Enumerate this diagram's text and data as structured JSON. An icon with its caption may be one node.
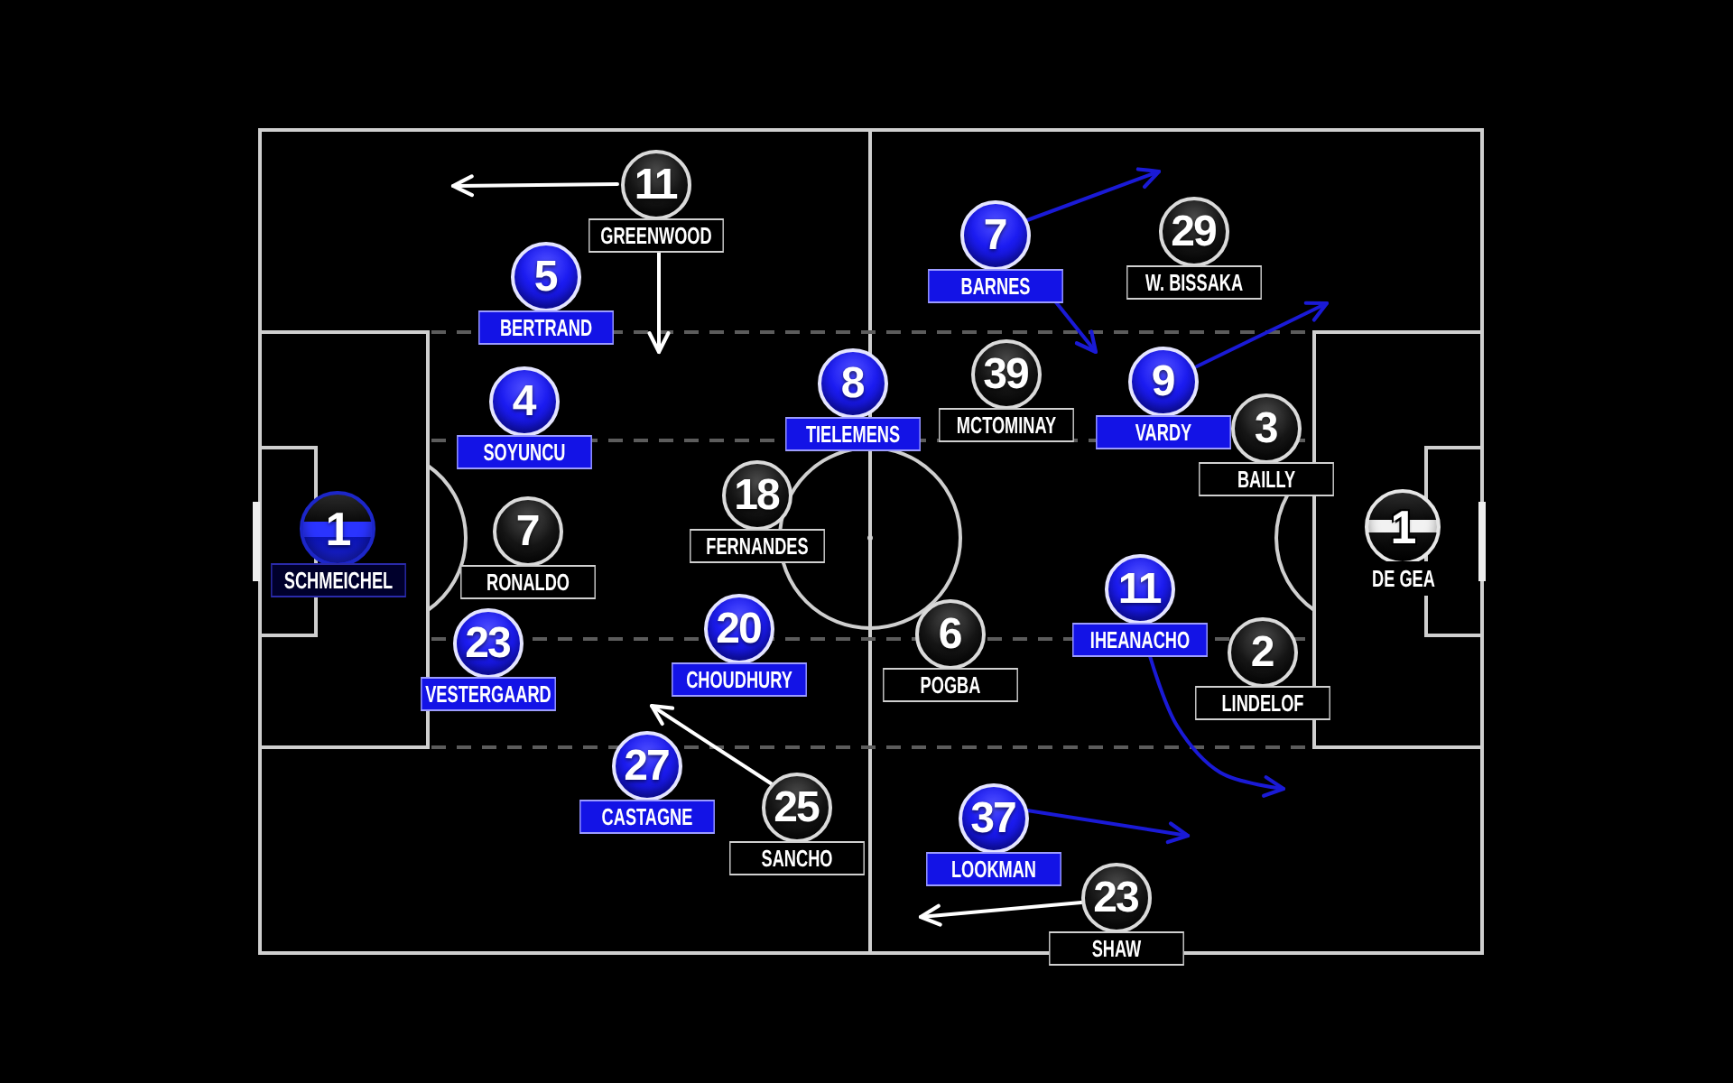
{
  "diagram": {
    "nodes": [
      {
        "text": [
          "1",
          "SCHMEICHEL"
        ]
      },
      {
        "text": [
          "5",
          "BERTRAND"
        ]
      },
      {
        "text": [
          "4",
          "SOYUNCU"
        ]
      },
      {
        "text": [
          "23",
          "VESTERGAARD"
        ]
      },
      {
        "text": [
          "27",
          "CASTAGNE"
        ]
      },
      {
        "text": [
          "8",
          "TIELEMENS"
        ]
      },
      {
        "text": [
          "20",
          "CHOUDHURY"
        ]
      },
      {
        "text": [
          "7",
          "BARNES"
        ]
      },
      {
        "text": [
          "9",
          "VARDY"
        ]
      },
      {
        "text": [
          "11",
          "IHEANACHO"
        ]
      },
      {
        "text": [
          "37",
          "LOOKMAN"
        ]
      },
      {
        "text": [
          "1",
          "DE GEA"
        ]
      },
      {
        "text": [
          "29",
          "W. BISSAKA"
        ]
      },
      {
        "text": [
          "3",
          "BAILLY"
        ]
      },
      {
        "text": [
          "2",
          "LINDELOF"
        ]
      },
      {
        "text": [
          "23",
          "SHAW"
        ]
      },
      {
        "text": [
          "39",
          "MCTOMINAY"
        ]
      },
      {
        "text": [
          "6",
          "POGBA"
        ]
      },
      {
        "text": [
          "18",
          "FERNANDES"
        ]
      },
      {
        "text": [
          "11",
          "GREENWOOD"
        ]
      },
      {
        "text": [
          "7",
          "RONALDO"
        ]
      },
      {
        "text": [
          "25",
          "SANCHO"
        ]
      }
    ],
    "edges": [
      {
        "from": 19,
        "to": null,
        "arrow": "to",
        "color": "#ffffff"
      },
      {
        "from": 19,
        "to": 1,
        "arrow": "to",
        "color": "#ffffff"
      },
      {
        "from": 7,
        "to": 12,
        "arrow": "to"
      },
      {
        "from": 7,
        "to": 8,
        "arrow": "to"
      },
      {
        "from": 8,
        "to": null,
        "arrow": "to"
      },
      {
        "from": 9,
        "to": null,
        "arrow": "to"
      },
      {
        "from": 10,
        "to": 15,
        "arrow": "to"
      },
      {
        "from": 15,
        "to": 10,
        "arrow": "to",
        "color": "#ffffff"
      },
      {
        "from": 21,
        "to": 4,
        "arrow": "to",
        "color": "#ffffff"
      }
    ]
  }
}
